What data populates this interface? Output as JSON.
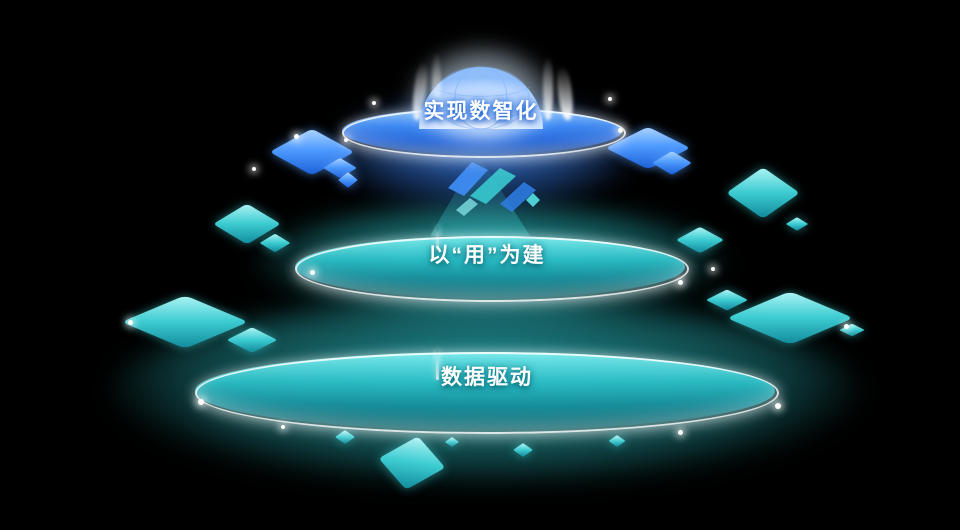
{
  "tiers": {
    "top": {
      "label": "实现数智化",
      "accent": "#2e7ef0"
    },
    "middle": {
      "label": "以“用”为建",
      "accent": "#2bbac3"
    },
    "bottom": {
      "label": "数据驱动",
      "accent": "#2bbac3"
    }
  },
  "colors": {
    "background": "#000000",
    "blue": "#2e7ef0",
    "teal": "#2bbac3",
    "rim": "#ffffff",
    "text": "#ffffff"
  }
}
